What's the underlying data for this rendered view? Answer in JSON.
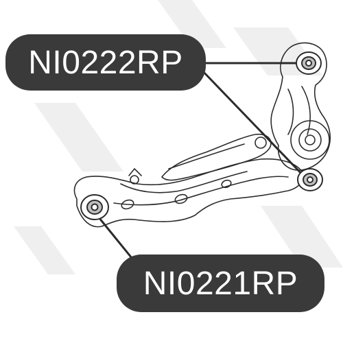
{
  "labels": {
    "top_part_number": "NI0222RP",
    "bottom_part_number": "NI0221RP"
  },
  "colors": {
    "label_background": "#3a3a3a",
    "label_text": "#ffffff",
    "line_art": "#2b2b2b",
    "watermark": "#efefef"
  },
  "icons": {
    "background_watermark": "stripe-watermark",
    "drawing": "rear-suspension-lower-arm-with-knuckle"
  }
}
